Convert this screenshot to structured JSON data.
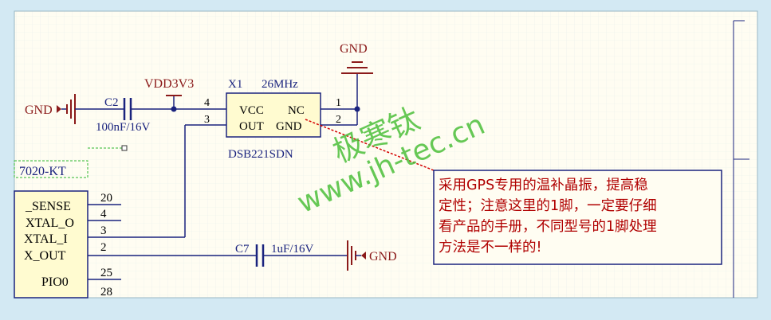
{
  "nets": {
    "gnd_left": "GND",
    "gnd_top": "GND",
    "gnd_right": "GND",
    "vdd": "VDD3V3"
  },
  "c2": {
    "ref": "C2",
    "value": "100nF/16V"
  },
  "c7": {
    "ref": "C7",
    "value": "1uF/16V"
  },
  "x1": {
    "ref": "X1",
    "freq": "26MHz",
    "part": "DSB221SDN",
    "pin_vcc": "VCC",
    "pin_nc": "NC",
    "pin_out": "OUT",
    "pin_gnd": "GND",
    "pin4": "4",
    "pin3": "3",
    "pin1": "1",
    "pin2": "2"
  },
  "u": {
    "ref_fragment": "7020-KT",
    "pins": [
      {
        "name": "_SENSE",
        "num": "20"
      },
      {
        "name": "XTAL_O",
        "num": "4"
      },
      {
        "name": "XTAL_I",
        "num": "3"
      },
      {
        "name": "X_OUT",
        "num": "2"
      },
      {
        "name": "PIO0",
        "num": "25"
      },
      {
        "name": "",
        "num": "28"
      }
    ]
  },
  "note": {
    "lines": [
      "采用GPS专用的温补晶振，提高稳",
      "定性；注意这里的1脚，一定要仔细",
      "看产品的手册，不同型号的1脚处理",
      "方法是不一样的!"
    ]
  },
  "watermark": {
    "brand": "极寒钛",
    "url": "www.jh-tec.cn"
  }
}
